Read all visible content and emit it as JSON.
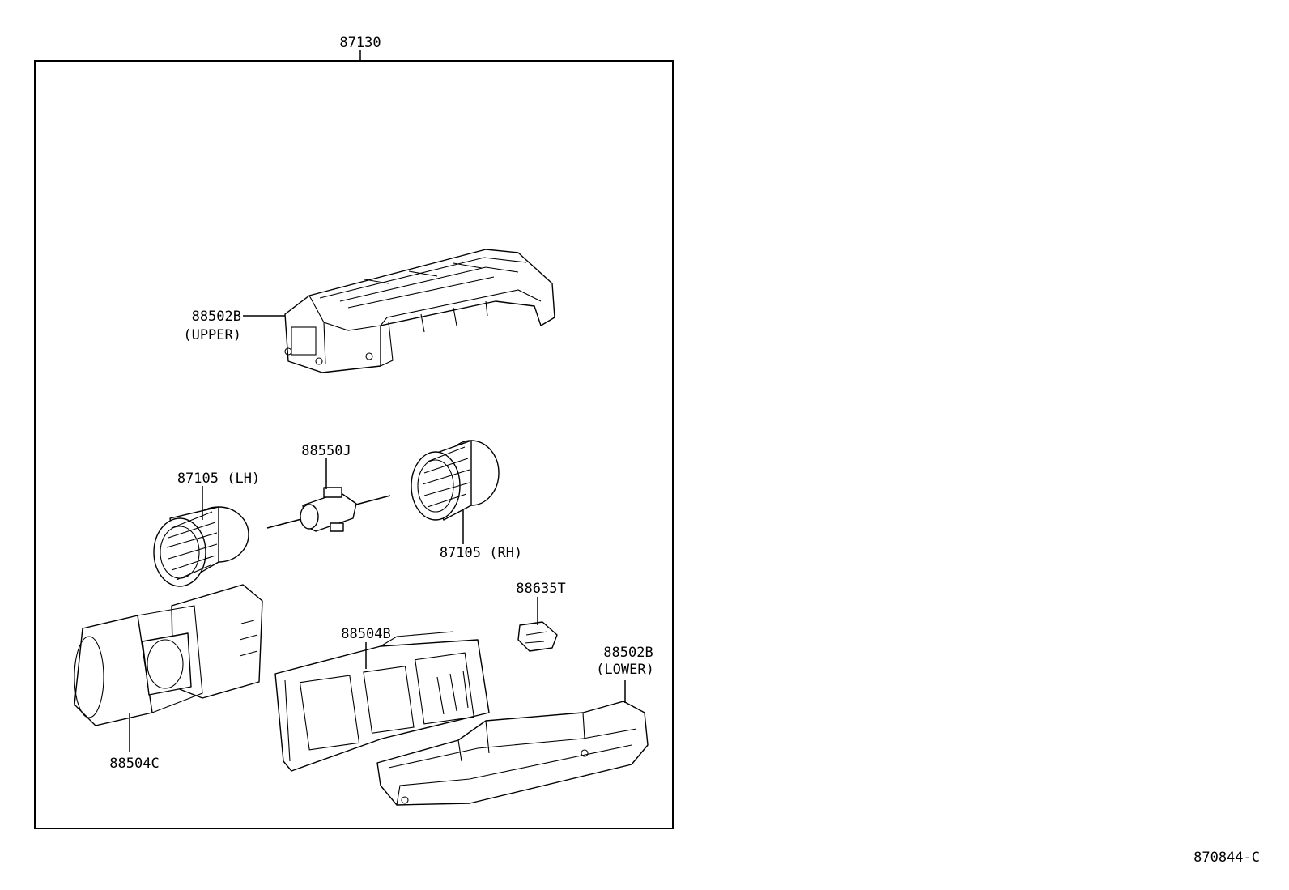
{
  "assembly": {
    "part_no": "87130"
  },
  "parts": {
    "case_upper": {
      "part_no": "88502B",
      "note": "(UPPER)"
    },
    "motor": {
      "part_no": "88550J"
    },
    "fan_lh": {
      "label": "87105 (LH)"
    },
    "fan_rh": {
      "label": "87105 (RH)"
    },
    "resistor": {
      "part_no": "88635T"
    },
    "case_mid": {
      "part_no": "88504B"
    },
    "case_lower": {
      "part_no": "88502B",
      "note": "(LOWER)"
    },
    "scroll_case": {
      "part_no": "88504C"
    }
  },
  "figure_code": "870844-C"
}
